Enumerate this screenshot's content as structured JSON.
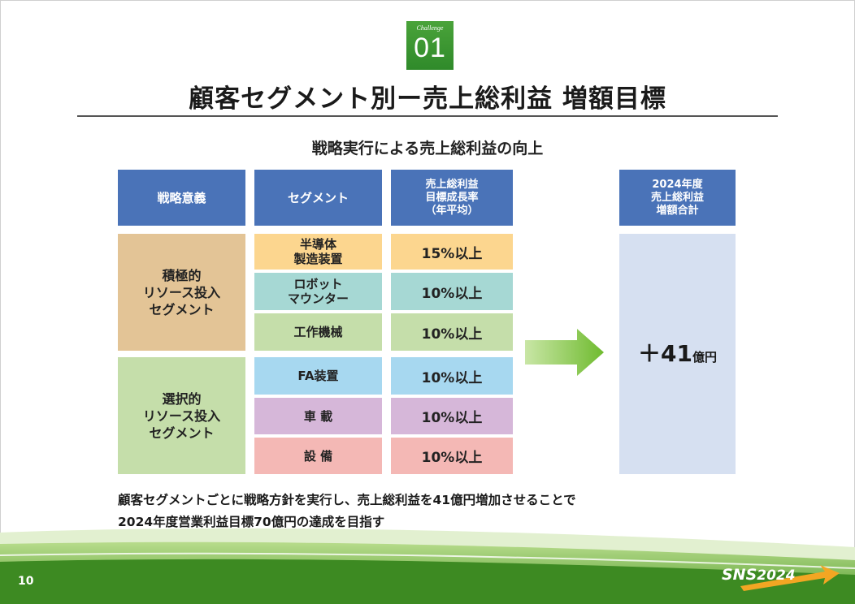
{
  "badge": {
    "label": "Challenge",
    "number": "01"
  },
  "title": "顧客セグメント別ー売上総利益 増額目標",
  "subtitle": "戦略実行による売上総利益の向上",
  "table": {
    "headers": {
      "strategy": "戦略意義",
      "segment": "セグメント",
      "rate": "売上総利益\n目標成長率\n（年平均）",
      "total": "2024年度\n売上総利益\n増額合計"
    },
    "groups": [
      {
        "label": "積極的\nリソース投入\nセグメント",
        "rows": [
          {
            "segment": "半導体\n製造装置",
            "rate": "15%以上"
          },
          {
            "segment": "ロボット\nマウンター",
            "rate": "10%以上"
          },
          {
            "segment": "工作機械",
            "rate": "10%以上"
          }
        ]
      },
      {
        "label": "選択的\nリソース投入\nセグメント",
        "rows": [
          {
            "segment": "FA装置",
            "rate": "10%以上"
          },
          {
            "segment": "車 載",
            "rate": "10%以上"
          },
          {
            "segment": "設 備",
            "rate": "10%以上"
          }
        ]
      }
    ],
    "total": {
      "value": "＋41",
      "unit": "億円"
    }
  },
  "notes": [
    "顧客セグメントごとに戦略方針を実行し、売上総利益を41億円増加させることで",
    "2024年度営業利益目標70億円の達成を目指す"
  ],
  "footer": {
    "page_number": "10",
    "logo_text": "SNS",
    "logo_year": "2024"
  },
  "colors": {
    "header_blue": "#4a73b8",
    "group_tan": "#e3c496",
    "group_green": "#c5deaa",
    "total_bg": "#d6e0f1",
    "arrow_green": "#7dc23c"
  }
}
